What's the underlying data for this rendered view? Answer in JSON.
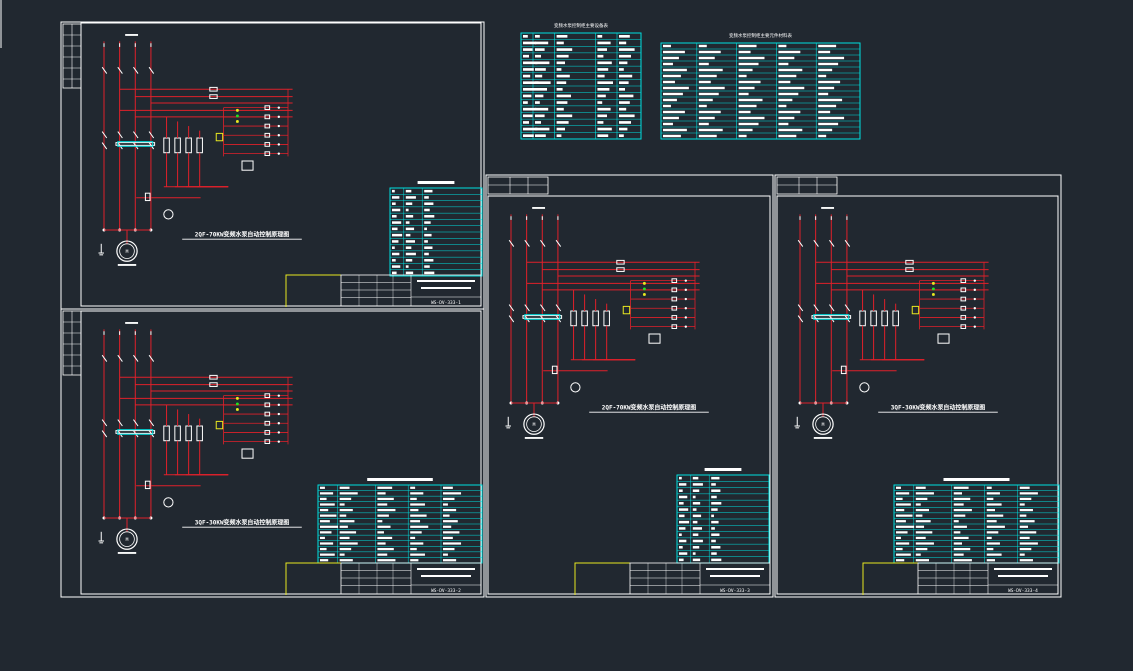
{
  "colors": {
    "background": "#212830",
    "frame": "#ffffff",
    "wire": "#e0202a",
    "component": "#ffffff",
    "table": "#00e0e0",
    "table_text": "#ffffff",
    "highlight": "#e8e820",
    "lamp_green": "#20e020"
  },
  "sheets": [
    {
      "id": "s1",
      "caption": "2QF-70KW变频水泵自动控制原理图",
      "code": "WS-DV-333-1",
      "motor": "M"
    },
    {
      "id": "s2",
      "caption": "3QF-30KW变频水泵自动控制原理图",
      "code": "WS-DV-333-2",
      "motor": "M"
    },
    {
      "id": "s3",
      "caption": "2QF-70KW变频水泵自动控制原理图",
      "code": "WS-DV-333-3",
      "motor": "M"
    },
    {
      "id": "s4",
      "caption": "3QF-30KW变频水泵自动控制原理图",
      "code": "WS-DV-333-4",
      "motor": "M"
    }
  ],
  "top_tables": [
    {
      "id": "t1",
      "title": "变频水泵控制柜主要设备表"
    },
    {
      "id": "t2",
      "title": "变频水泵控制柜主要元件材料表"
    }
  ]
}
